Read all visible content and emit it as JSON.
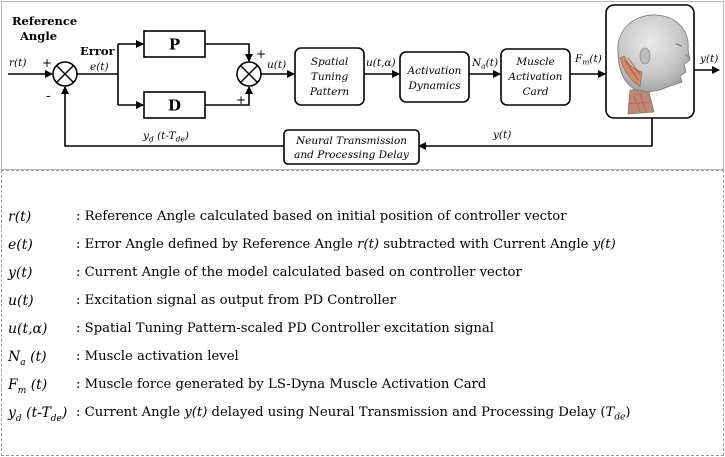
{
  "diagram": {
    "ref_heading_line1": "Reference",
    "ref_heading_line2": "Angle",
    "sig_r": "r(t)",
    "sig_error_word": "Error",
    "sig_e": "e(t)",
    "plus": "+",
    "minus": "-",
    "block_p": "P",
    "block_d": "D",
    "sig_u": "u(t)",
    "block_stp_l1": "Spatial",
    "block_stp_l2": "Tuning",
    "block_stp_l3": "Pattern",
    "sig_ua": "u(t,α)",
    "block_ad_l1": "Activation",
    "block_ad_l2": "Dynamics",
    "sig_na_base": "N",
    "sig_na_sub": "a",
    "sig_na_tail": "(t)",
    "block_mac_l1": "Muscle",
    "block_mac_l2": "Activation",
    "block_mac_l3": "Card",
    "sig_fm_base": "F",
    "sig_fm_sub": "m",
    "sig_fm_tail": "(t)",
    "sig_y": "y(t)",
    "block_delay_l1": "Neural Transmission",
    "block_delay_l2": "and Processing Delay",
    "sig_yd_base": "y",
    "sig_yd_sub": "d",
    "sig_yd_mid": " (t-T",
    "sig_yd_sub2": "de",
    "sig_yd_tail": ")"
  },
  "legend": [
    {
      "sym": "r(t)",
      "sep": ":",
      "desc_parts": [
        {
          "t": "Reference Angle calculated based on initial position of controller vector",
          "it": false
        }
      ]
    },
    {
      "sym": "e(t)",
      "sep": ":",
      "desc_parts": [
        {
          "t": "Error Angle defined by Reference Angle ",
          "it": false
        },
        {
          "t": "r(t)",
          "it": true
        },
        {
          "t": " subtracted with Current Angle ",
          "it": false
        },
        {
          "t": "y(t)",
          "it": true
        }
      ]
    },
    {
      "sym": "y(t)",
      "sep": ":",
      "desc_parts": [
        {
          "t": "Current Angle of the model calculated based on controller vector",
          "it": false
        }
      ]
    },
    {
      "sym": "u(t)",
      "sep": ":",
      "desc_parts": [
        {
          "t": "Excitation signal as output from PD Controller",
          "it": false
        }
      ]
    },
    {
      "sym": "u(t,α)",
      "sep": ":",
      "desc_parts": [
        {
          "t": "Spatial Tuning Pattern-scaled PD Controller excitation signal",
          "it": false
        }
      ]
    },
    {
      "sym_base": "N",
      "sym_sub": "a",
      "sym_tail": " (t)",
      "sep": ":",
      "desc_parts": [
        {
          "t": "Muscle activation level",
          "it": false
        }
      ]
    },
    {
      "sym_base": "F",
      "sym_sub": "m",
      "sym_tail": " (t)",
      "sep": ":",
      "desc_parts": [
        {
          "t": "Muscle force generated by LS-Dyna Muscle Activation Card",
          "it": false
        }
      ]
    },
    {
      "sym_base": "y",
      "sym_sub": "d",
      "sym_tail": " (t-T",
      "sym_sub2": "de",
      "sym_tail2": ")",
      "sep": ":",
      "desc_parts": [
        {
          "t": "Current Angle ",
          "it": false
        },
        {
          "t": "y(t)",
          "it": true
        },
        {
          "t": " delayed using Neural Transmission and Processing Delay (",
          "it": false
        },
        {
          "t": "T",
          "it": true,
          "sub": "de"
        },
        {
          "t": ")",
          "it": false
        }
      ]
    }
  ]
}
